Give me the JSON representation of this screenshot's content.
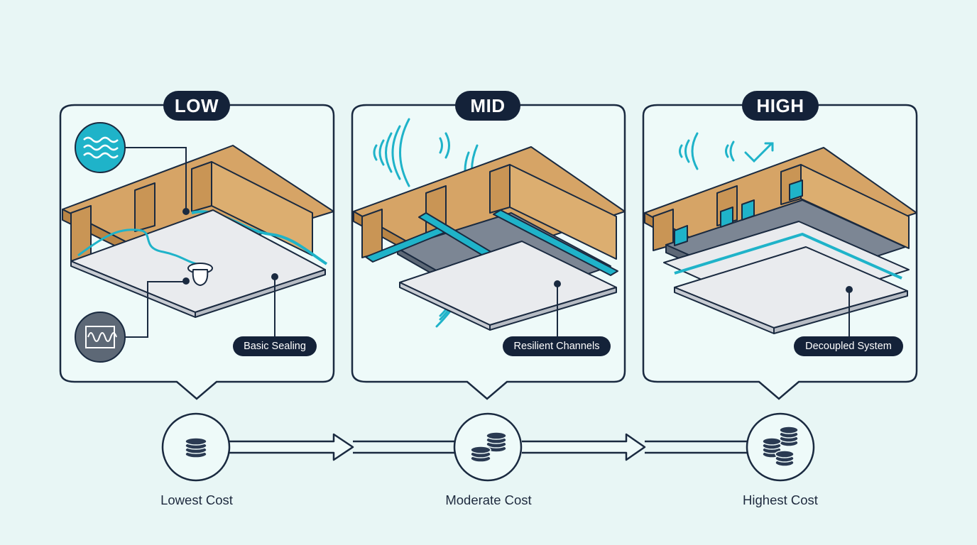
{
  "tiers": [
    {
      "badge": "LOW",
      "method": "Basic Sealing",
      "cost": "Lowest Cost",
      "coin_stacks": 1
    },
    {
      "badge": "MID",
      "method": "Resilient Channels",
      "cost": "Moderate Cost",
      "coin_stacks": 2
    },
    {
      "badge": "HIGH",
      "method": "Decoupled System",
      "cost": "Highest Cost",
      "coin_stacks": 3
    }
  ],
  "icons": {
    "low_top": "sound-wave-icon",
    "low_bottom": "sound-waveform-icon",
    "mid_sound": "sound-waves-icon",
    "high_sound": "reduced-sound-icon",
    "cost": "coin-stack-icon",
    "fixture": "light-fixture-icon"
  },
  "colors": {
    "background": "#e8f6f5",
    "navy": "#142239",
    "teal": "#1fb3c9",
    "wood": "#d6a466",
    "drywall": "#e9ebee",
    "steel": "#5d6876"
  }
}
